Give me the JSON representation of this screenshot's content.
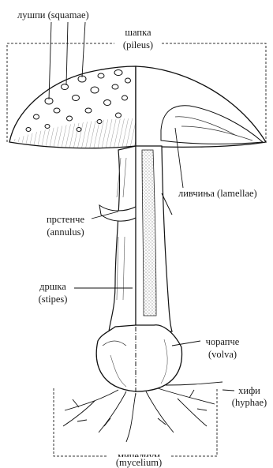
{
  "labels": {
    "squamae": "лушпи (squamae)",
    "pileus_sr": "шапка",
    "pileus_la": "(pileus)",
    "lamellae": "ливчиња (lamellae)",
    "annulus_sr": "прстенче",
    "annulus_la": "(annulus)",
    "stipes_sr": "дршка",
    "stipes_la": "(stipes)",
    "volva_sr": "чорапче",
    "volva_la": "(volva)",
    "hyphae_sr": "хифи",
    "hyphae_la": "(hyphae)",
    "mycelium_sr": "мицелиум",
    "mycelium_la": "(mycelium)"
  }
}
